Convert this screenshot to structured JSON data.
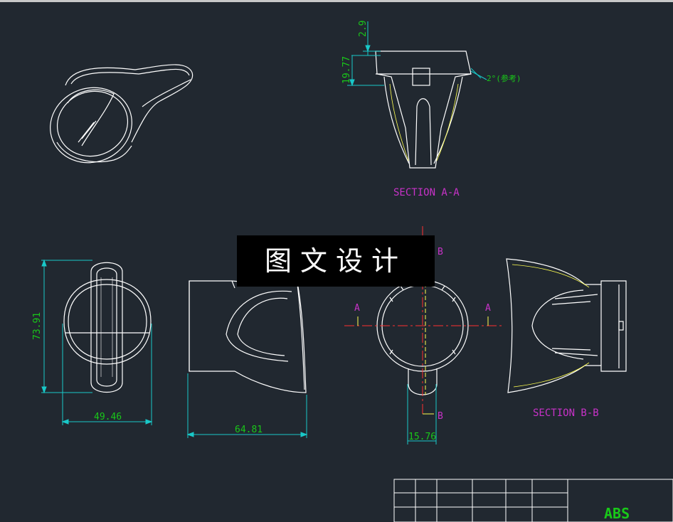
{
  "drawing": {
    "dimensions": {
      "top_gap": "2.9",
      "top_height": "19.77",
      "draft_angle": "2°(参考)",
      "front_height": "73.91",
      "front_width": "49.46",
      "side_width": "64.81",
      "tab_width": "15.76"
    },
    "section_labels": {
      "section_a": "SECTION A-A",
      "section_b": "SECTION B-B",
      "cut_a": "A",
      "cut_b": "B"
    },
    "title_block": {
      "material": "ABS"
    },
    "watermark": "图文设计"
  },
  "colors": {
    "background": "#212830",
    "outline": "#ffffff",
    "dimension": "#19c8c8",
    "dim_text": "#19c819",
    "section_text": "#c832c8",
    "centerline": "#ffff00",
    "cut_line": "#ff3030",
    "hidden": "#ffff50"
  }
}
